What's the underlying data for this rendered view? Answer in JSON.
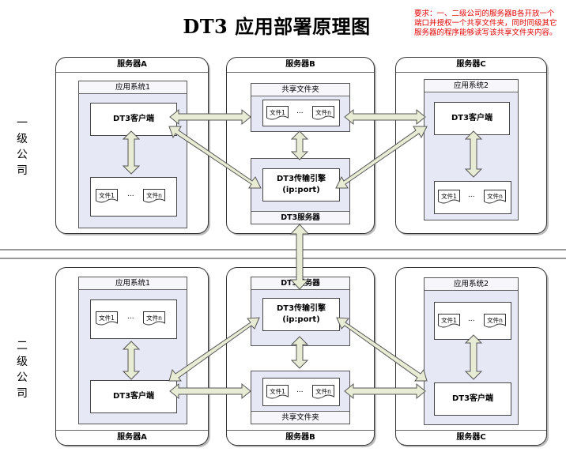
{
  "title": "DT3 应用部署原理图",
  "note": "要求：一、二级公司的服务器B各开放一个端口并授权一个共享文件夹，同时同级其它服务器的程序能够读写该共享文件夹内容。",
  "levels": {
    "first": "一级公司",
    "second": "二级公司"
  },
  "servers": {
    "a": "服务器A",
    "b": "服务器B",
    "c": "服务器C"
  },
  "panels": {
    "app1": "应用系统1",
    "app2": "应用系统2",
    "shared_folder": "共享文件夹",
    "dt3_server": "DT3服务器"
  },
  "boxes": {
    "client": "DT3客户端",
    "engine_line1": "DT3传输引擎",
    "engine_line2": "(ip:port)"
  },
  "files": {
    "file1": "文件1",
    "filen": "文件n",
    "ellipsis": "..."
  },
  "colors": {
    "note": "#e00000",
    "panel_fill": "#e6e8f6",
    "arrow_fill": "#e8ecd4",
    "arrow_stroke": "#555555"
  }
}
